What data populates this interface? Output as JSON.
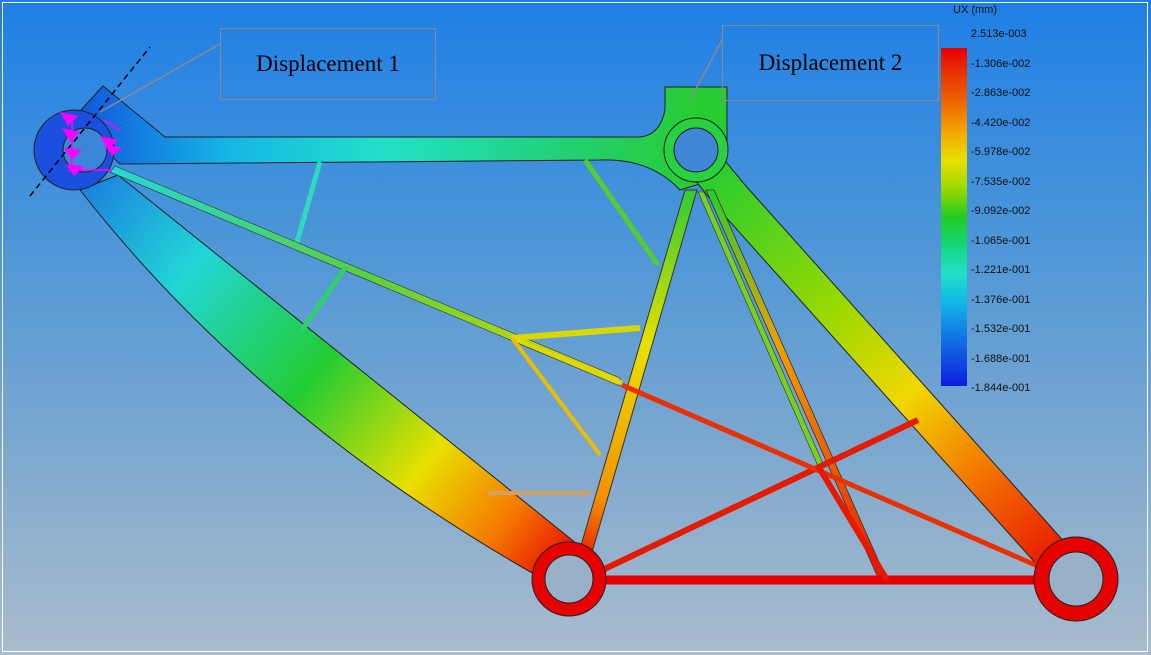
{
  "legend": {
    "title": "UX (mm)",
    "labels": [
      "2.513e-003",
      "-1.306e-002",
      "-2.863e-002",
      "-4.420e-002",
      "-5.978e-002",
      "-7.535e-002",
      "-9.092e-002",
      "-1.065e-001",
      "-1.221e-001",
      "-1.376e-001",
      "-1.532e-001",
      "-1.688e-001",
      "-1.844e-001"
    ],
    "colors": [
      "#e60000",
      "#e83a00",
      "#ee6a00",
      "#f5a800",
      "#e6e000",
      "#9ad800",
      "#22cc22",
      "#14d67a",
      "#22e0c8",
      "#12b8e6",
      "#1282e6",
      "#1050e0",
      "#0a1ee0"
    ]
  },
  "callouts": {
    "displacement_1": "Displacement 1",
    "displacement_2": "Displacement 2"
  }
}
